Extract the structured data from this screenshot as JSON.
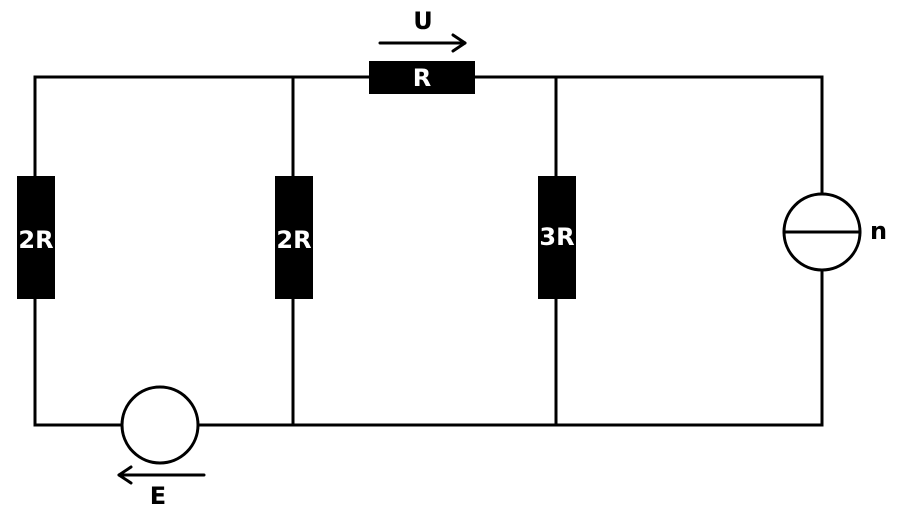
{
  "diagram": {
    "colors": {
      "wire": "#000000",
      "resistor_fill": "#000000",
      "resistor_text": "#ffffff",
      "background": "#ffffff"
    },
    "resistors": {
      "top": "R",
      "left": "2R",
      "middle_left": "2R",
      "middle_right": "3R"
    },
    "sources": {
      "voltage_source_label": "E",
      "current_source_label": "n"
    },
    "annotations": {
      "voltage_label": "U"
    }
  }
}
